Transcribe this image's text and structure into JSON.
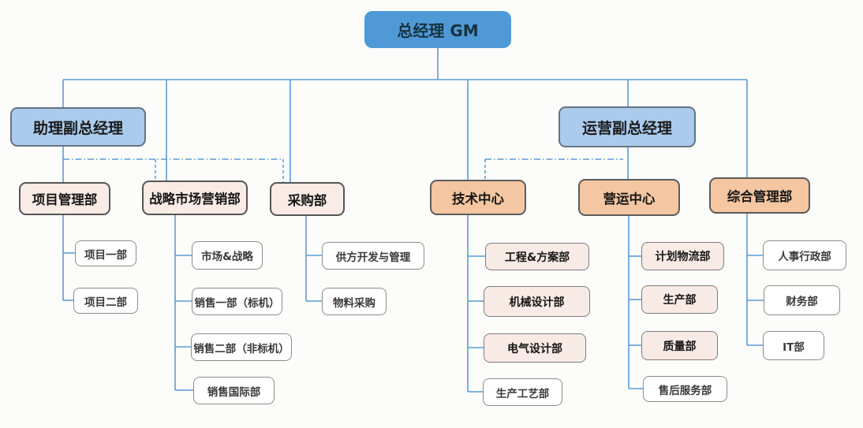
{
  "org_chart": {
    "type": "organization-chart",
    "nodes": {
      "gm": "总经理 GM",
      "assistant_vice_gm": "助理副总经理",
      "operations_vice_gm": "运营副总经理",
      "project_mgmt": "项目管理部",
      "strategic_marketing": "战略市场营销部",
      "procurement": "采购部",
      "tech_center": "技术中心",
      "operations_center": "营运中心",
      "general_mgmt": "综合管理部",
      "project_1": "项目一部",
      "project_2": "项目二部",
      "market_strategy": "市场&战略",
      "sales_1": "销售一部（标机）",
      "sales_2": "销售二部（非标机）",
      "sales_intl": "销售国际部",
      "supplier_dev": "供方开发与管理",
      "material_purchasing": "物料采购",
      "engineering_solutions": "工程&方案部",
      "mechanical_design": "机械设计部",
      "electrical_design": "电气设计部",
      "production_process": "生产工艺部",
      "planning_logistics": "计划物流部",
      "production": "生产部",
      "quality": "质量部",
      "after_sales": "售后服务部",
      "hr_admin": "人事行政部",
      "finance": "财务部",
      "it": "IT部"
    },
    "colors": {
      "gm_fill": "#4f9ad6",
      "vice_gm_fill": "#abcbed",
      "dept_pink_fill": "#f9ebe5",
      "center_peach_fill": "#f4c6a1",
      "leaf_pink_fill": "#f8eae4",
      "leaf_white_fill": "#ffffff",
      "connector_blue": "#5b9bd5"
    },
    "line_styles": {
      "solid": "direct reporting line",
      "dash_dot": "dotted-line reporting from vice GMs to 战略市场营销部 / 采购部 / 技术中心"
    }
  }
}
